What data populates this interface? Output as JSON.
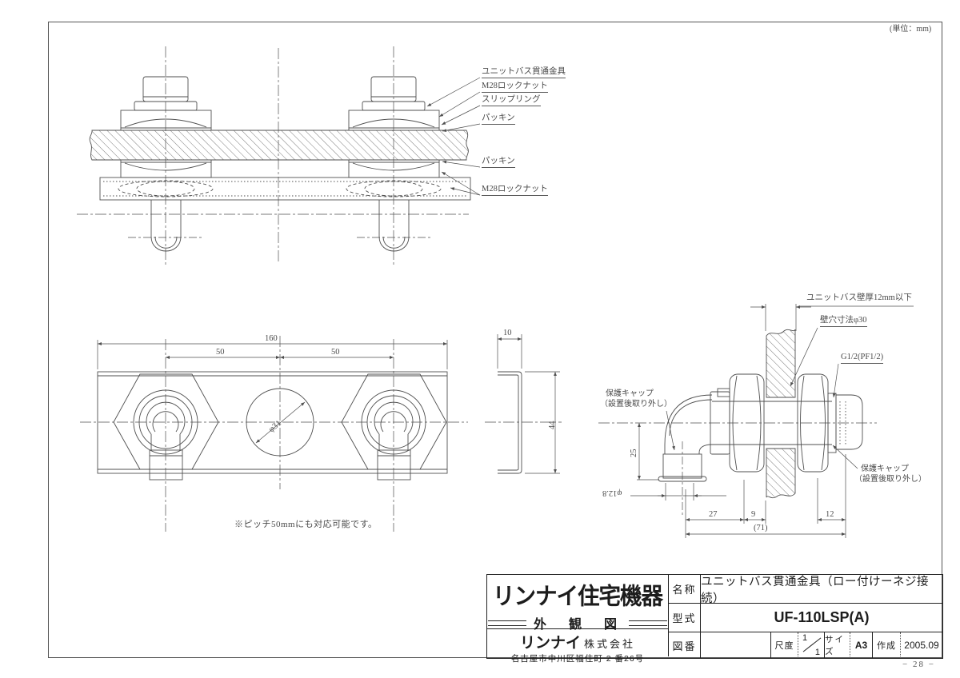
{
  "page": {
    "unit_note": "(単位：mm)",
    "page_number": "− 28 −"
  },
  "notes": {
    "pitch_note": "※ピッチ50mmにも対応可能です。"
  },
  "top_view": {
    "labels": [
      "ユニットバス貫通金具",
      "M28ロックナット",
      "スリップリング",
      "パッキン",
      "パッキン",
      "M28ロックナット"
    ]
  },
  "front_view": {
    "dim_overall": "160",
    "dim_pitch_left": "50",
    "dim_pitch_right": "50",
    "dim_hole": "φ31"
  },
  "channel_view": {
    "dim_width": "10",
    "dim_height": "44"
  },
  "side_view": {
    "label_wall_thickness": "ユニットバス壁厚12mm以下",
    "label_wall_hole": "壁穴寸法φ30",
    "label_thread": "G1/2(PF1/2)",
    "label_cap_left_1": "保護キャップ",
    "label_cap_left_2": "（設置後取り外し）",
    "label_cap_right_1": "保護キャップ",
    "label_cap_right_2": "（設置後取り外し）",
    "dim_27": "27",
    "dim_9": "9",
    "dim_12": "12",
    "dim_total": "(71)",
    "dim_height": "25",
    "dim_outlet": "φ12.8"
  },
  "title_block": {
    "logo": "リンナイ住宅機器",
    "doc_type": "外　観　図",
    "company_name": "リンナイ",
    "company_suffix": "株式会社",
    "company_address": "名古屋市中川区福住町 2 番26号",
    "name_label": "名称",
    "name_value": "ユニットバス貫通金具（ロー付けーネジ接続）",
    "model_label": "型式",
    "model_value": "UF-110LSP(A)",
    "dwgno_label": "図番",
    "scale_label": "尺度",
    "scale_num": "1",
    "scale_den": "1",
    "size_label": "サイズ",
    "size_value": "A3",
    "date_label": "作成",
    "date_value": "2005.09"
  }
}
